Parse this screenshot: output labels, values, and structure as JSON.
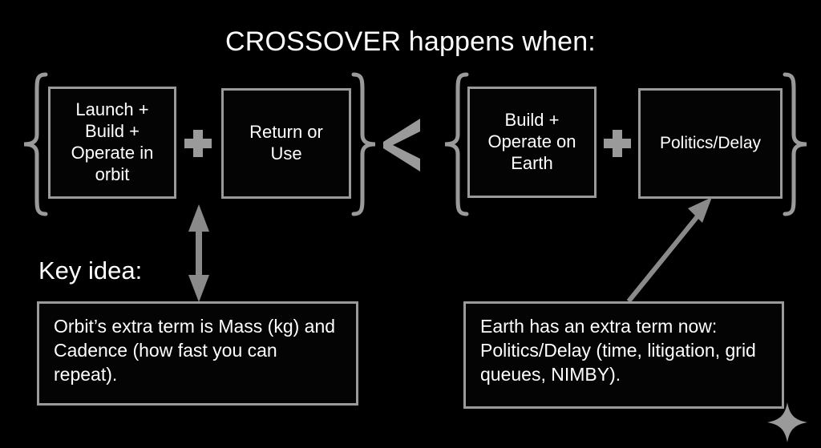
{
  "slide": {
    "title": "CROSSOVER happens when:",
    "background_color": "#000000",
    "text_color": "#ffffff",
    "stroke_color": "#9a9a9a"
  },
  "equation": {
    "left_group": {
      "terms": [
        {
          "label": "Launch +\nBuild +\nOperate in\norbit"
        },
        {
          "label": "Return or\nUse"
        }
      ],
      "operator": "+",
      "brace_open": "{",
      "brace_close": "}"
    },
    "comparator": "<",
    "right_group": {
      "terms": [
        {
          "label": "Build +\nOperate on\nEarth"
        },
        {
          "label": "Politics/Delay"
        }
      ],
      "operator": "+",
      "brace_open": "{",
      "brace_close": "}"
    }
  },
  "annotations": {
    "key_idea_label": "Key idea:",
    "orbit_note": "Orbit’s extra term is Mass (kg) and Cadence (how fast you can repeat).",
    "earth_note": "Earth has an extra term now: Politics/Delay (time, litigation, grid queues, NIMBY)."
  },
  "icons": {
    "vertical_arrow": "double-headed-vertical-arrow",
    "diagonal_arrow": "diagonal-arrow-up-right",
    "sparkle": "four-point-star-sparkle",
    "plus": "plus-icon",
    "less_than": "less-than-icon"
  }
}
